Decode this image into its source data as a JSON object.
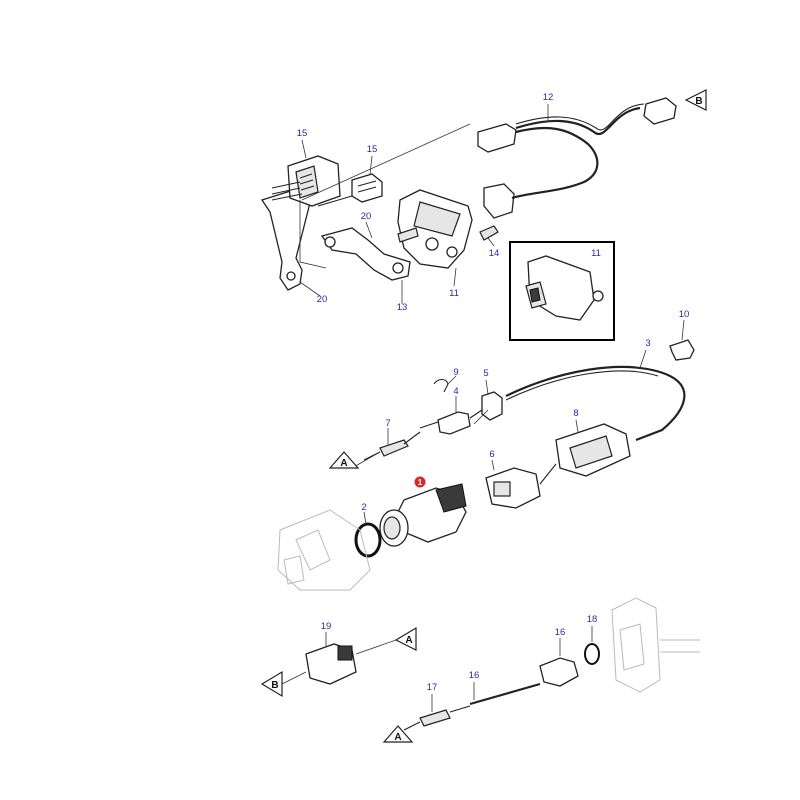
{
  "callouts": {
    "c1": "1",
    "c2": "2",
    "c3": "3",
    "c4": "4",
    "c5": "5",
    "c6": "6",
    "c7": "7",
    "c8": "8",
    "c9": "9",
    "c10": "10",
    "c11_main": "11",
    "c11_detail": "11",
    "c12": "12",
    "c13": "13",
    "c14": "14",
    "c15_left": "15",
    "c15_right": "15",
    "c16_upper": "16",
    "c16_lower": "16",
    "c17": "17",
    "c18": "18",
    "c19": "19",
    "c20_upper": "20",
    "c20_lower": "20"
  },
  "refs": {
    "b_top": "B",
    "a_mid": "A",
    "a_r19": "A",
    "b_r19": "B",
    "a_bottom": "A"
  },
  "colors": {
    "callout_text": "#2a2aa8",
    "highlight_badge": "#d9272e",
    "line": "#222222"
  }
}
